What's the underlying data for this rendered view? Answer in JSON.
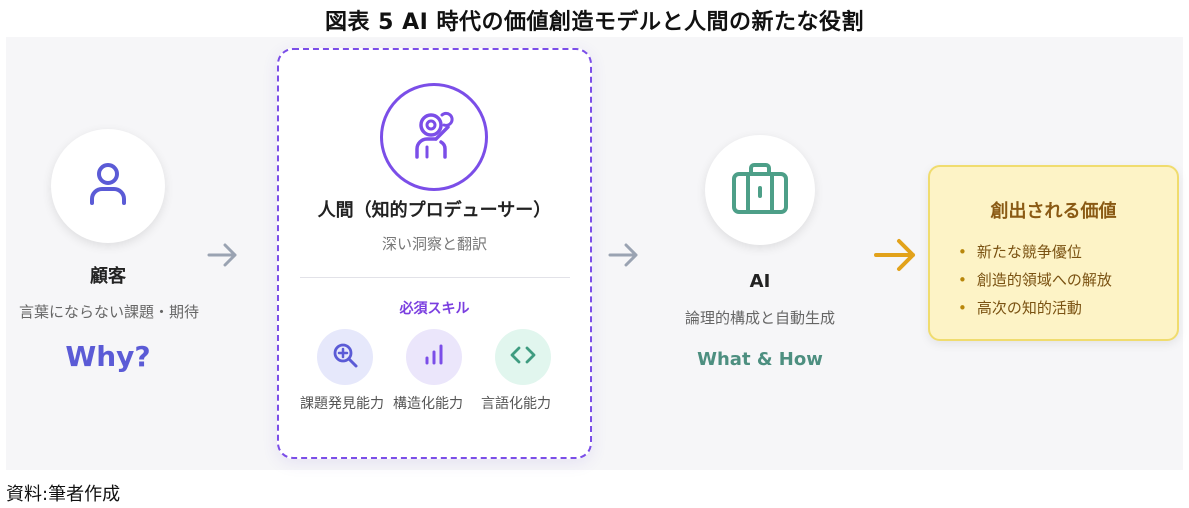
{
  "figure_title": "図表 5 AI 時代の価値創造モデルと人間の新たな役割",
  "source": "資料:筆者作成",
  "customer": {
    "icon": "user-icon",
    "name": "顧客",
    "subtitle": "言葉にならない課題・期待",
    "question": "Why?"
  },
  "human": {
    "icon": "thinker-icon",
    "title": "人間（知的プロデューサー）",
    "subtitle": "深い洞察と翻訳",
    "skills_heading": "必須スキル",
    "skills": [
      {
        "icon": "zoom-in-icon",
        "label": "課題発見能力",
        "bg": "#e6e8fb",
        "color": "#5b5bd6"
      },
      {
        "icon": "bar-chart-icon",
        "label": "構造化能力",
        "bg": "#ebe6fb",
        "color": "#7b4ee8"
      },
      {
        "icon": "code-icon",
        "label": "言語化能力",
        "bg": "#e1f6ee",
        "color": "#3f9c80"
      }
    ]
  },
  "ai": {
    "icon": "briefcase-icon",
    "name": "AI",
    "subtitle": "論理的構成と自動生成",
    "what_how": "What & How"
  },
  "value": {
    "title": "創出される価値",
    "items": [
      "新たな競争優位",
      "創造的領域への解放",
      "高次の知的活動"
    ]
  },
  "colors": {
    "accent_purple": "#7b4ee8",
    "indigo": "#5b5bd6",
    "teal": "#4d8f80",
    "gold_arrow": "#e2a21b",
    "gray_arrow": "#9aa3b2"
  }
}
